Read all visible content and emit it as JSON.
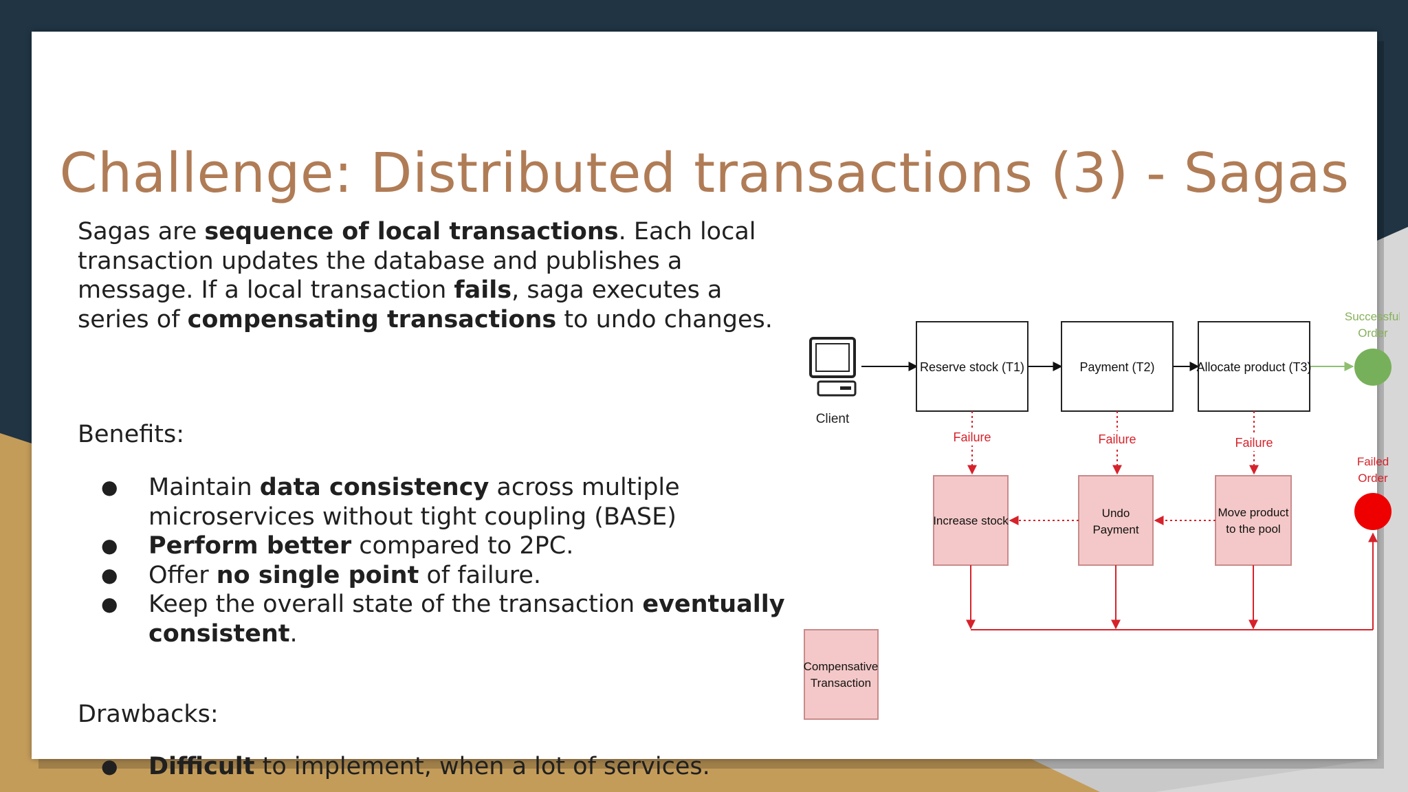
{
  "slide": {
    "title": "Challenge: Distributed transactions (3) - Sagas",
    "intro": [
      {
        "text": "Sagas are ",
        "bold": false
      },
      {
        "text": "sequence of local transactions",
        "bold": true
      },
      {
        "text": ". Each local transaction updates the database and publishes a message. If a local transaction ",
        "bold": false
      },
      {
        "text": "fails",
        "bold": true
      },
      {
        "text": ", saga executes a series of ",
        "bold": false
      },
      {
        "text": "compensating transactions",
        "bold": true
      },
      {
        "text": " to undo changes.",
        "bold": false
      }
    ],
    "benefits_heading": "Benefits",
    "benefits_colon": ":",
    "benefits": [
      [
        {
          "text": "Maintain ",
          "bold": false
        },
        {
          "text": "data consistency",
          "bold": true
        },
        {
          "text": " across multiple microservices without tight coupling (BASE)",
          "bold": false
        }
      ],
      [
        {
          "text": "Perform better",
          "bold": true
        },
        {
          "text": " compared to 2PC.",
          "bold": false
        }
      ],
      [
        {
          "text": "Offer ",
          "bold": false
        },
        {
          "text": "no single point",
          "bold": true
        },
        {
          "text": " of failure.",
          "bold": false
        }
      ],
      [
        {
          "text": "Keep the overall state of the transaction ",
          "bold": false
        },
        {
          "text": "eventually consistent",
          "bold": true
        },
        {
          "text": ".",
          "bold": false
        }
      ]
    ],
    "drawbacks_heading": "Drawbacks",
    "drawbacks_colon": ":",
    "drawbacks": [
      [
        {
          "text": "Difficult",
          "bold": true
        },
        {
          "text": " to implement, when a lot of services.",
          "bold": false
        }
      ]
    ]
  },
  "diagram": {
    "client_label": "Client",
    "transactions": [
      "Reserve stock (T1)",
      "Payment (T2)",
      "Allocate product (T3)"
    ],
    "failure_label": "Failure",
    "compensations": [
      [
        "Increase stock"
      ],
      [
        "Undo",
        "Payment"
      ],
      [
        "Move product",
        "to the pool"
      ]
    ],
    "success_label": [
      "Successful",
      "Order"
    ],
    "failed_label": [
      "Failed",
      "Order"
    ],
    "legend_label": [
      "Compensative",
      "Transaction"
    ],
    "colors": {
      "title": "#b07c56",
      "failure": "#d6222a",
      "comp_fill": "#f4c8c8",
      "comp_stroke": "#c98a8a",
      "success": "#77b05a",
      "success_text": "#86b15a",
      "failed": "#ee0000",
      "slide_bg_dark": "#203443",
      "slide_bg_gold": "#c49c5a"
    }
  }
}
